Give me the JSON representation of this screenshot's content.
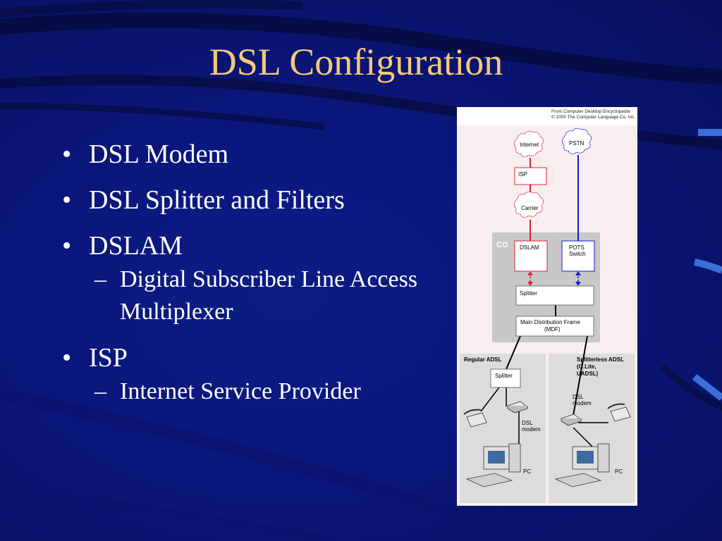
{
  "slide": {
    "title": "DSL Configuration",
    "bullets": [
      {
        "text": "DSL Modem",
        "sub": []
      },
      {
        "text": "DSL Splitter and Filters",
        "sub": []
      },
      {
        "text": "DSLAM",
        "sub": [
          "Digital Subscriber Line Access Multiplexer"
        ]
      },
      {
        "text": "ISP",
        "sub": [
          "Internet Service Provider"
        ]
      }
    ],
    "bullet_symbol": "•",
    "dash_symbol": "–"
  },
  "figure": {
    "credit_line1": "From Computer Desktop Encyclopedia",
    "credit_line2": "© 2000 The Computer Language Co. Inc.",
    "internet": "Internet",
    "pstn": "PSTN",
    "isp": "ISP",
    "carrier": "Carrier",
    "co": "CO",
    "dslam": "DSLAM",
    "pots_line1": "POTS",
    "pots_line2": "Switch",
    "splitter": "Splitter",
    "mdf_line1": "Main Distribution Frame",
    "mdf_line2": "(MDF)",
    "regular_adsl": "Regular ADSL",
    "regular_splitter": "Splitter",
    "regular_modem_line1": "DSL",
    "regular_modem_line2": "modem",
    "regular_pc": "PC",
    "splitterless_line1": "Splitterless ADSL",
    "splitterless_line2": "(G.Lite,",
    "splitterless_line3": "UADSL)",
    "splitterless_modem_line1": "DSL",
    "splitterless_modem_line2": "modem",
    "splitterless_pc": "PC",
    "colors": {
      "internet_path": "#e0203a",
      "pstn_path": "#1a1ad0",
      "panel": "#c8c8c8"
    }
  }
}
